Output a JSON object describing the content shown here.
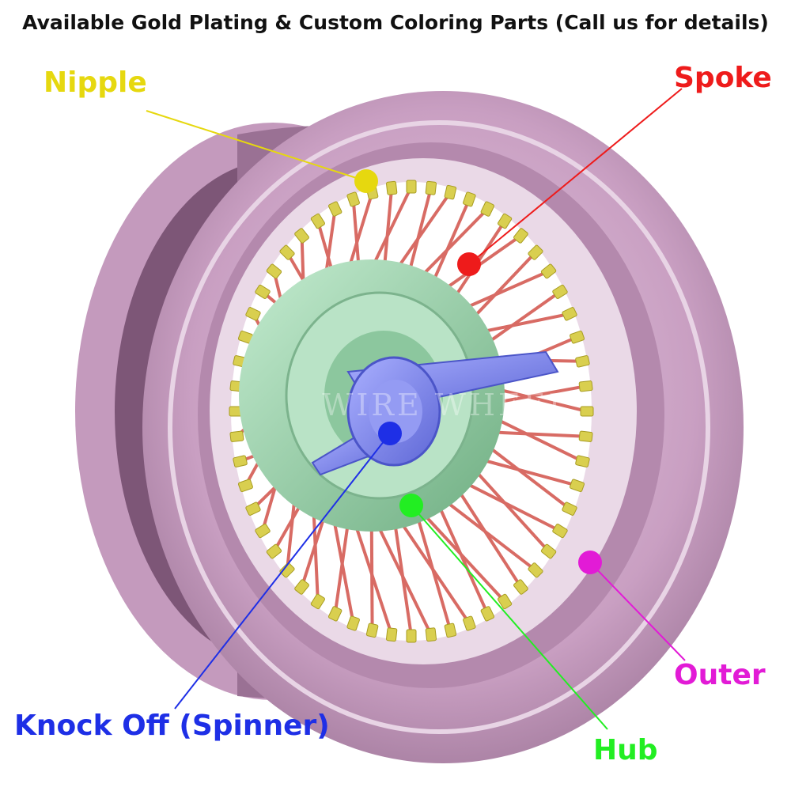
{
  "header": {
    "title": "Available Gold Plating & Custom Coloring Parts (Call us for details)"
  },
  "watermark": "WIRE WHEEL",
  "parts": [
    {
      "key": "nipple",
      "label": "Nipple",
      "color": "#e6d80f",
      "icon": "yellow-dot"
    },
    {
      "key": "spoke",
      "label": "Spoke",
      "color": "#ee1b1b",
      "icon": "red-dot"
    },
    {
      "key": "outer",
      "label": "Outer",
      "color": "#e21bd6",
      "icon": "magenta-dot"
    },
    {
      "key": "hub",
      "label": "Hub",
      "color": "#22ee22",
      "icon": "green-dot"
    },
    {
      "key": "knockoff",
      "label": "Knock Off (Spinner)",
      "color": "#1e2fe6",
      "icon": "blue-dot"
    }
  ],
  "colors": {
    "rim": "#cfa9c9",
    "rim_dark": "#a97fa3",
    "barrel": "#7c5777",
    "spoke": "#d86b64",
    "nipple": "#d9cf4f",
    "hub": "#9fd3ad",
    "spinner": "#7f88ef"
  }
}
